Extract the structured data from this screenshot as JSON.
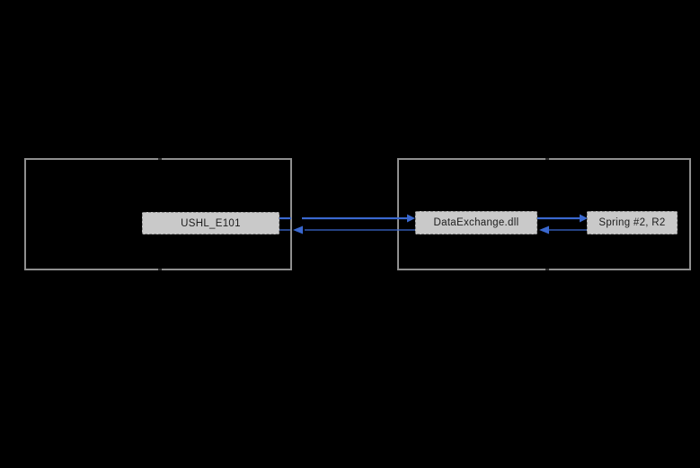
{
  "canvas": {
    "background_color": "#000000"
  },
  "diagram": {
    "type": "dependency-graph",
    "nodes": [
      {
        "id": "ushl-e101",
        "label": "USHL_E101"
      },
      {
        "id": "dataexchange-dll",
        "label": "DataExchange.dll"
      },
      {
        "id": "spring-2-r2",
        "label": "Spring #2, R2"
      }
    ],
    "edges": [
      {
        "from": "USHL_E101",
        "to": "DataExchange.dll",
        "direction": "right",
        "style": "thick"
      },
      {
        "from": "DataExchange.dll",
        "to": "USHL_E101",
        "direction": "left",
        "style": "thin"
      },
      {
        "from": "DataExchange.dll",
        "to": "Spring #2, R2",
        "direction": "right",
        "style": "thick"
      },
      {
        "from": "Spring #2, R2",
        "to": "DataExchange.dll",
        "direction": "left",
        "style": "thin"
      }
    ],
    "colors": {
      "edge_blue": "#3a68cf",
      "node_fill": "#c9c9c9",
      "node_border": "#8a8a8a",
      "node_text": "#1c1c1c",
      "cluster_border": "#8f8f8f",
      "background": "#000000"
    }
  }
}
